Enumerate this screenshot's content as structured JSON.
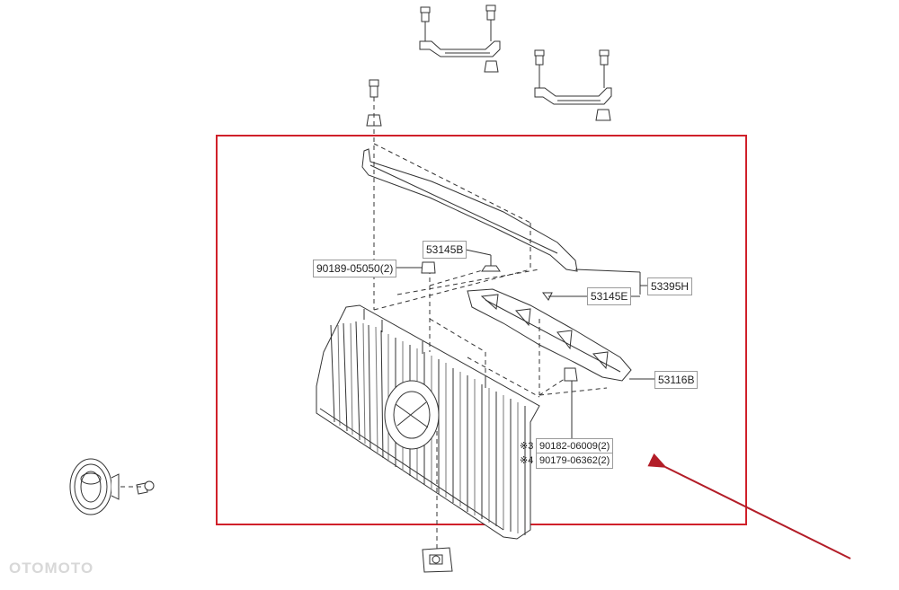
{
  "callouts": {
    "p53145B": "53145B",
    "p90189": "90189-05050(2)",
    "p53145E": "53145E",
    "p53395H": "53395H",
    "p53116B": "53116B",
    "p90182": "90182-06009(2)",
    "p90179": "90179-06362(2)"
  },
  "notes": {
    "n3": "※3",
    "n4": "※4"
  },
  "watermark": "OTOMOTO",
  "colors": {
    "highlight_box": "#d0202a",
    "arrow": "#b31d28",
    "line": "#333333"
  }
}
